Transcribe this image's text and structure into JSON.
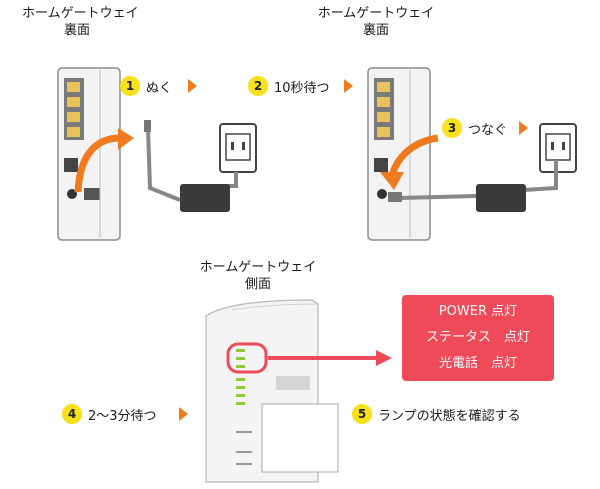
{
  "labels": {
    "gateway_back_left": [
      "ホームゲートウェイ",
      "裏面"
    ],
    "gateway_back_right": [
      "ホームゲートウェイ",
      "裏面"
    ],
    "gateway_side": [
      "ホームゲートウェイ",
      "側面"
    ]
  },
  "steps": [
    {
      "number": "1",
      "text": "ぬく"
    },
    {
      "number": "2",
      "text": "10秒待つ"
    },
    {
      "number": "3",
      "text": "つなぐ"
    },
    {
      "number": "4",
      "text": "2〜3分待つ"
    },
    {
      "number": "5",
      "text": "ランプの状態を確認する"
    }
  ],
  "status": {
    "lines": [
      "POWER 点灯",
      "ステータス　点灯",
      "光電話　点灯"
    ]
  },
  "colors": {
    "badge": "#f7e01c",
    "arrow": "#f07a1e",
    "highlight": "#ee4a5a"
  }
}
